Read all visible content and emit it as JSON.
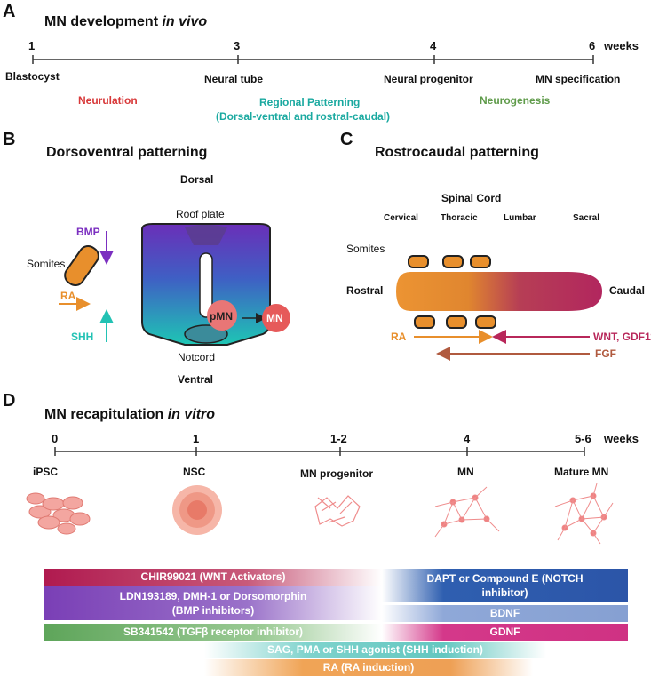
{
  "panels": {
    "a": {
      "letter": "A",
      "title_prefix": "MN development ",
      "title_italic": "in vivo",
      "ticks": [
        "1",
        "3",
        "4",
        "6"
      ],
      "unit": "weeks",
      "stages": [
        "Blastocyst",
        "Neural tube",
        "Neural progenitor",
        "MN specification"
      ],
      "processes": {
        "neurulation": "Neurulation",
        "patterning_line1": "Regional Patterning",
        "patterning_line2": "(Dorsal-ventral and rostral-caudal)",
        "neurogenesis": "Neurogenesis"
      }
    },
    "b": {
      "letter": "B",
      "title": "Dorsoventral patterning",
      "dorsal": "Dorsal",
      "ventral": "Ventral",
      "roof_plate": "Roof plate",
      "notcord": "Notcord",
      "somites": "Somites",
      "bmp": "BMP",
      "ra": "RA",
      "shh": "SHH",
      "pmn": "pMN",
      "mn": "MN"
    },
    "c": {
      "letter": "C",
      "title": "Rostrocaudal patterning",
      "spinal_cord": "Spinal Cord",
      "regions": [
        "Cervical",
        "Thoracic",
        "Lumbar",
        "Sacral"
      ],
      "somites": "Somites",
      "rostral": "Rostral",
      "caudal": "Caudal",
      "ra": "RA",
      "wnt": "WNT, GDF11",
      "fgf": "FGF"
    },
    "d": {
      "letter": "D",
      "title_prefix": "MN recapitulation ",
      "title_italic": "in vitro",
      "ticks": [
        "0",
        "1",
        "1-2",
        "4",
        "5-6"
      ],
      "unit": "weeks",
      "stages": [
        "iPSC",
        "NSC",
        "MN progenitor",
        "MN",
        "Mature MN"
      ],
      "bars": {
        "chir": "CHIR99021 (WNT Activators)",
        "ldn_line1": "LDN193189, DMH-1 or Dorsomorphin",
        "ldn_line2": "(BMP inhibitors)",
        "sb": "SB341542 (TGFβ receptor inhibitor)",
        "sag": "SAG, PMA or SHH agonist (SHH induction)",
        "ra": "RA (RA induction)",
        "dapt_line1": "DAPT or Compound E (NOTCH",
        "dapt_line2": "inhibitor)",
        "bdnf": "BDNF",
        "gdnf": "GDNF"
      }
    }
  },
  "colors": {
    "neurulation": "#d8393a",
    "patterning": "#1aa9a0",
    "neurogenesis": "#5f9b4a",
    "bmp": "#7b2fc0",
    "ra": "#e88f2c",
    "shh": "#22c2b4",
    "caudal_red": "#b8275a",
    "fgf": "#b05a3f",
    "mn": "#e65a5a"
  }
}
